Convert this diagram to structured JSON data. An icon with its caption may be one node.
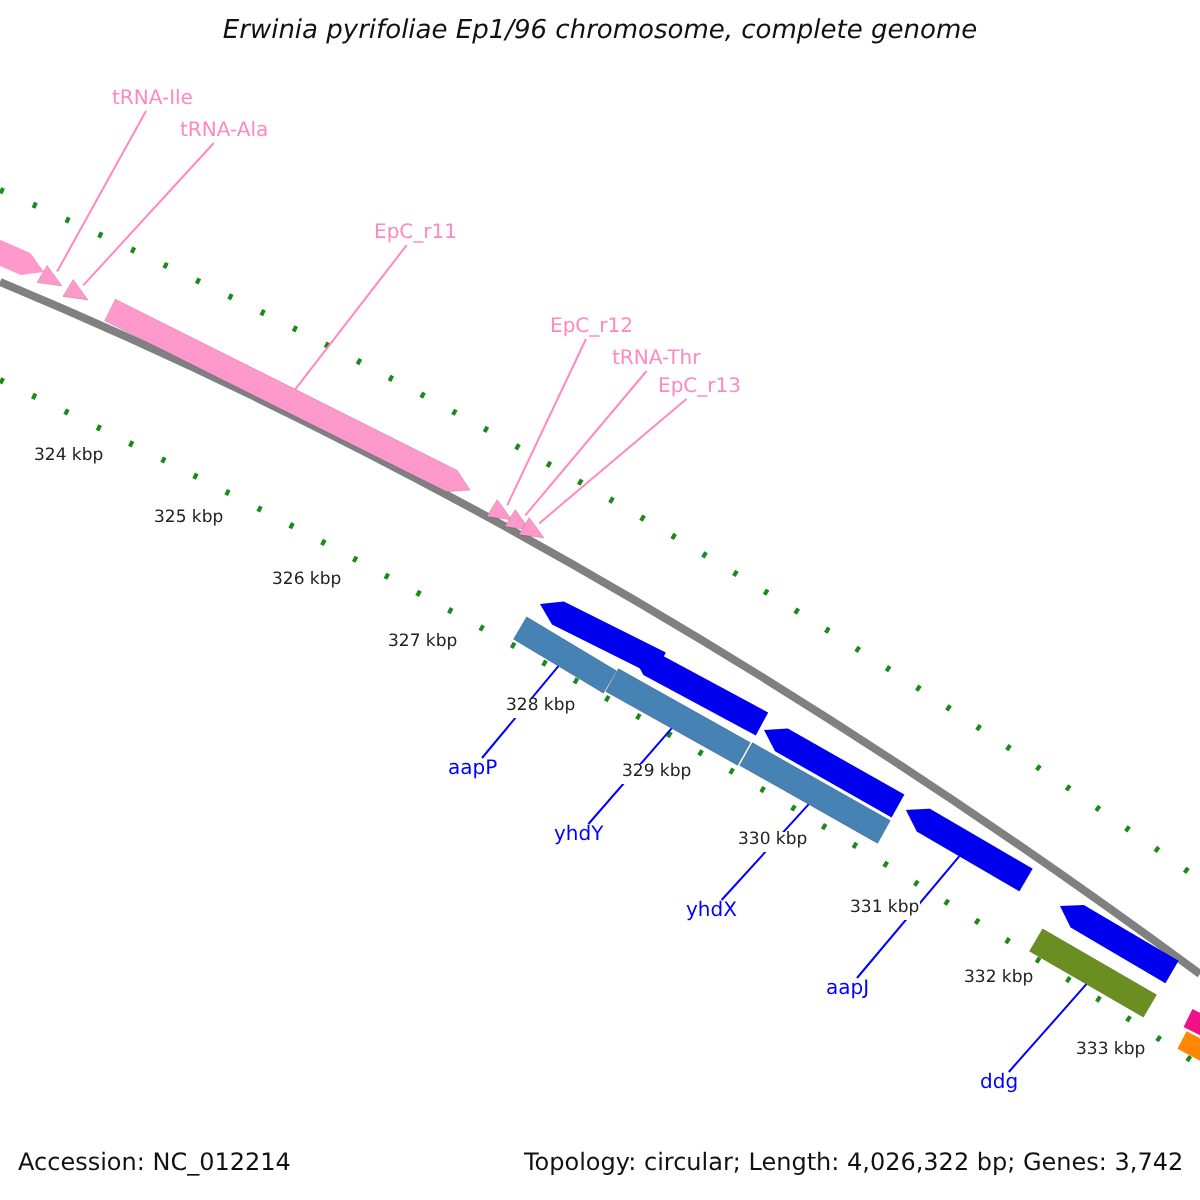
{
  "diagram": {
    "title": "Erwinia pyrifoliae Ep1/96 chromosome, complete genome",
    "nodes": [
      {
        "text": [
          "tRNA-Ile"
        ]
      },
      {
        "text": [
          "tRNA-Ala"
        ]
      },
      {
        "text": [
          "EpC_r11"
        ]
      },
      {
        "text": [
          "EpC_r12"
        ]
      },
      {
        "text": [
          "tRNA-Thr"
        ]
      },
      {
        "text": [
          "EpC_r13"
        ]
      },
      {
        "text": [
          "aapP"
        ]
      },
      {
        "text": [
          "yhdY"
        ]
      },
      {
        "text": [
          "yhdX"
        ]
      },
      {
        "text": [
          "aapJ"
        ]
      },
      {
        "text": [
          "ddg"
        ]
      },
      {
        "text": [],
        "shape": "triangle"
      },
      {
        "text": [],
        "shape": "triangle"
      },
      {
        "text": [],
        "shape": "arrow"
      },
      {
        "text": [],
        "shape": "triangle"
      },
      {
        "text": [],
        "shape": "triangle"
      },
      {
        "text": [],
        "shape": "triangle"
      },
      {
        "text": [],
        "shape": "bar"
      },
      {
        "text": [],
        "shape": "bar"
      },
      {
        "text": [],
        "shape": "bar"
      },
      {
        "text": [],
        "shape": "arrow"
      },
      {
        "text": [],
        "shape": "bar"
      }
    ],
    "edges": [
      {
        "from": 0,
        "to": 11,
        "arrow": "none"
      },
      {
        "from": 1,
        "to": 12,
        "arrow": "none"
      },
      {
        "from": 2,
        "to": 13,
        "arrow": "none"
      },
      {
        "from": 3,
        "to": 14,
        "arrow": "none"
      },
      {
        "from": 4,
        "to": 15,
        "arrow": "none"
      },
      {
        "from": 5,
        "to": 16,
        "arrow": "none"
      },
      {
        "from": 6,
        "to": 17,
        "arrow": "none",
        "color": "#0000ff"
      },
      {
        "from": 7,
        "to": 18,
        "arrow": "none",
        "color": "#0000ff"
      },
      {
        "from": 8,
        "to": 19,
        "arrow": "none",
        "color": "#0000ff"
      },
      {
        "from": 9,
        "to": 20,
        "arrow": "none",
        "color": "#0000ff"
      },
      {
        "from": 10,
        "to": 21,
        "arrow": "none",
        "color": "#0000ff"
      }
    ],
    "labels": [
      "324 kbp",
      "325 kbp",
      "326 kbp",
      "327 kbp",
      "328 kbp",
      "329 kbp",
      "330 kbp",
      "331 kbp",
      "332 kbp",
      "333 kbp",
      "Accession: NC_012214",
      "Topology: circular; Length: 4,026,322 bp; Genes: 3,742"
    ]
  }
}
